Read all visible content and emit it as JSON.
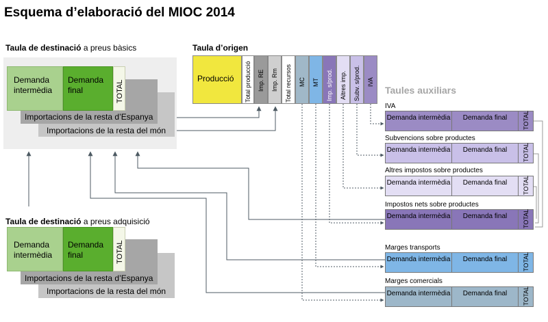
{
  "title": "Esquema d’elaboració del MIOC 2014",
  "dest_basic": {
    "heading_bold": "Taula de destinació",
    "heading_rest": " a preus bàsics",
    "demanda_intermedia": "Demanda intermèdia",
    "demanda_final": "Demanda final",
    "total": "TOTAL",
    "import_espanya": "Importacions de la resta d’Espanya",
    "import_mon": "Importacions de la resta del món"
  },
  "dest_adq": {
    "heading_bold": "Taula de destinació",
    "heading_rest": " a preus adquisició",
    "demanda_intermedia": "Demanda intermèdia",
    "demanda_final": "Demanda final",
    "total": "TOTAL",
    "import_espanya": "Importacions de la resta d’Espanya",
    "import_mon": "Importacions de la resta del món"
  },
  "origin": {
    "heading": "Taula d’origen",
    "produccio": "Producció",
    "columns": [
      "Total producció",
      "Imp. RE",
      "Imp. Rm",
      "Total recursos",
      "MC",
      "MT",
      "Imp. s/prod.",
      "Altres imp.",
      "Subv. s/prod.",
      "IVA"
    ]
  },
  "aux": {
    "title": "Taules auxiliars",
    "cell_intermedia": "Demanda intermèdia",
    "cell_final": "Demanda final",
    "cell_total": "TOTAL",
    "tables": [
      {
        "label": "IVA",
        "color": "#9b8bc4"
      },
      {
        "label": "Subvencions sobre productes",
        "color": "#c9c0e8"
      },
      {
        "label": "Altres impostos sobre productes",
        "color": "#e3def4"
      },
      {
        "label": "Impostos nets sobre productes",
        "color": "#8976b8"
      },
      {
        "label": "Marges transports",
        "color": "#7fb6e6"
      },
      {
        "label": "Marges comercials",
        "color": "#9db7c9"
      }
    ]
  },
  "colors": {
    "produccio": "#f1e73e",
    "imp_re": "#9a9a9a",
    "imp_rm": "#cfcfcf",
    "mc": "#a0b8c8",
    "mt": "#7fb6e6",
    "imp_sprod": "#8976b8",
    "altres_imp": "#e3def4",
    "subv": "#c9c0e8",
    "iva": "#9b8bc4"
  }
}
